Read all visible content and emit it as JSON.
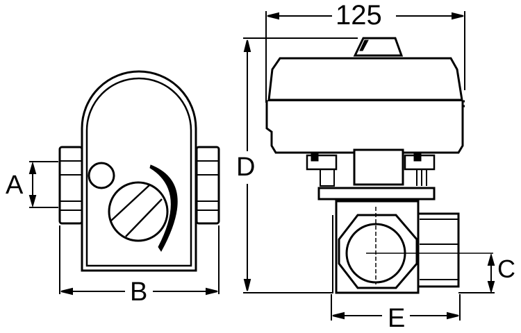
{
  "diagram": {
    "subject": "motorized 3-way valve with actuator",
    "views": [
      {
        "name": "side view",
        "position": "left"
      },
      {
        "name": "front view",
        "position": "right"
      }
    ],
    "dimensions": {
      "A": "A",
      "B": "B",
      "C": "C",
      "D": "D",
      "E": "E",
      "width_top": "125"
    },
    "colors": {
      "line": "#000000",
      "background": "#ffffff"
    }
  }
}
